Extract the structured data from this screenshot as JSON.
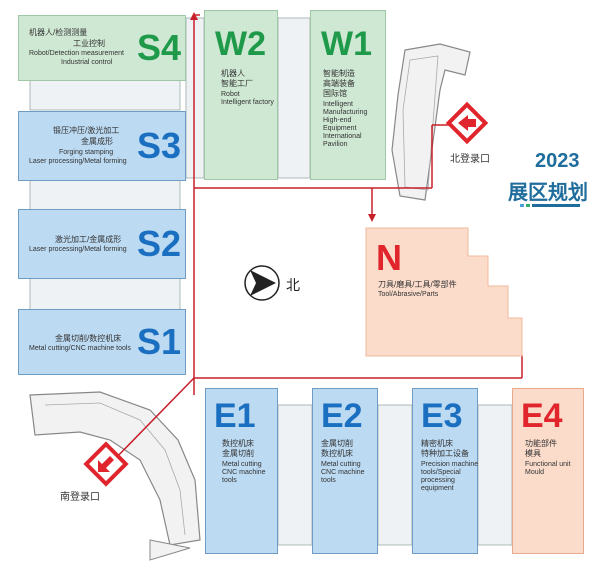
{
  "title": {
    "year": "2023",
    "main": "展区规划"
  },
  "compass": {
    "label": "北"
  },
  "entrances": {
    "north": "北登录口",
    "south": "南登录口"
  },
  "halls": {
    "S4": {
      "code": "S4",
      "cn1": "机器人/检测测量",
      "cn2": "工业控制",
      "en1": "Robot/Detection measurement",
      "en2": "Industrial control"
    },
    "S3": {
      "code": "S3",
      "cn1": "锻压冲压/激光加工",
      "cn2": "金属成形",
      "en1": "Forging stamping",
      "en2": "Laser processing/Metal forming"
    },
    "S2": {
      "code": "S2",
      "cn1": "激光加工/金属成形",
      "en1": "Laser processing/Metal forming"
    },
    "S1": {
      "code": "S1",
      "cn1": "金属切削/数控机床",
      "en1": "Metal cutting/CNC machine tools"
    },
    "W2": {
      "code": "W2",
      "cn1": "机器人",
      "cn2": "智能工厂",
      "en1": "Robot",
      "en2": "Intelligent factory"
    },
    "W1": {
      "code": "W1",
      "cn1": "智能制造",
      "cn2": "高端装备",
      "cn3": "国际馆",
      "en1": "Intelligent",
      "en2": "Manufacturing",
      "en3": "High-end",
      "en4": "Equipment",
      "en5": "International",
      "en6": "Pavilion"
    },
    "N": {
      "code": "N",
      "cn1": "刀具/磨具/工具/零部件",
      "en1": "Tool/Abrasive/Parts"
    },
    "E1": {
      "code": "E1",
      "cn1": "数控机床",
      "cn2": "金属切削",
      "en1": "Metal cutting",
      "en2": "CNC machine",
      "en3": "tools"
    },
    "E2": {
      "code": "E2",
      "cn1": "金属切削",
      "cn2": "数控机床",
      "en1": "Metal cutting",
      "en2": "CNC machine",
      "en3": "tools"
    },
    "E3": {
      "code": "E3",
      "cn1": "精密机床",
      "cn2": "特种加工设备",
      "en1": "Precision machine",
      "en2": "tools/Special",
      "en3": "processing",
      "en4": "equipment"
    },
    "E4": {
      "code": "E4",
      "cn1": "功能部件",
      "cn2": "模具",
      "en1": "Functional unit",
      "en2": "Mould"
    }
  },
  "colors": {
    "route": "#c8202a",
    "green": "#1f9a4a",
    "blue": "#1a6fc0",
    "red": "#e0262c",
    "title": "#1f6d9c"
  }
}
